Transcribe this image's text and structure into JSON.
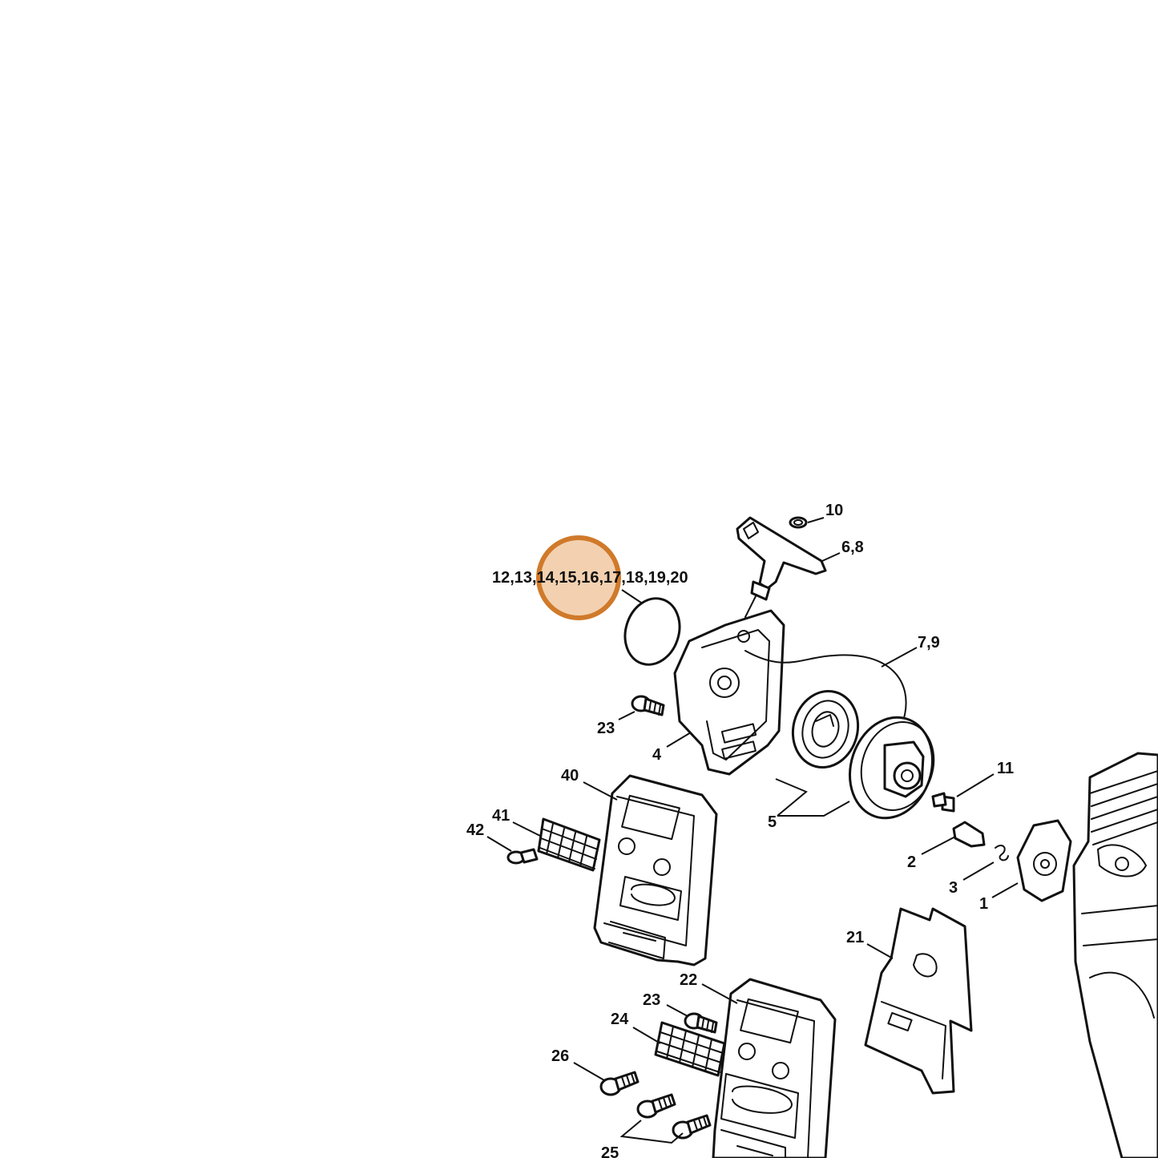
{
  "labels": {
    "l10": "10",
    "l6_8": "6,8",
    "l12_20": "12,13,14,15,16,17,18,19,20",
    "l7_9": "7,9",
    "l23a": "23",
    "l4": "4",
    "l40": "40",
    "l11": "11",
    "l41": "41",
    "l42": "42",
    "l5": "5",
    "l2": "2",
    "l3": "3",
    "l1": "1",
    "l21": "21",
    "l22": "22",
    "l23b": "23",
    "l24": "24",
    "l26": "26",
    "l25": "25"
  },
  "colors": {
    "highlight_fill": "#e49850",
    "highlight_stroke": "#d07a2a",
    "line": "#111111"
  }
}
